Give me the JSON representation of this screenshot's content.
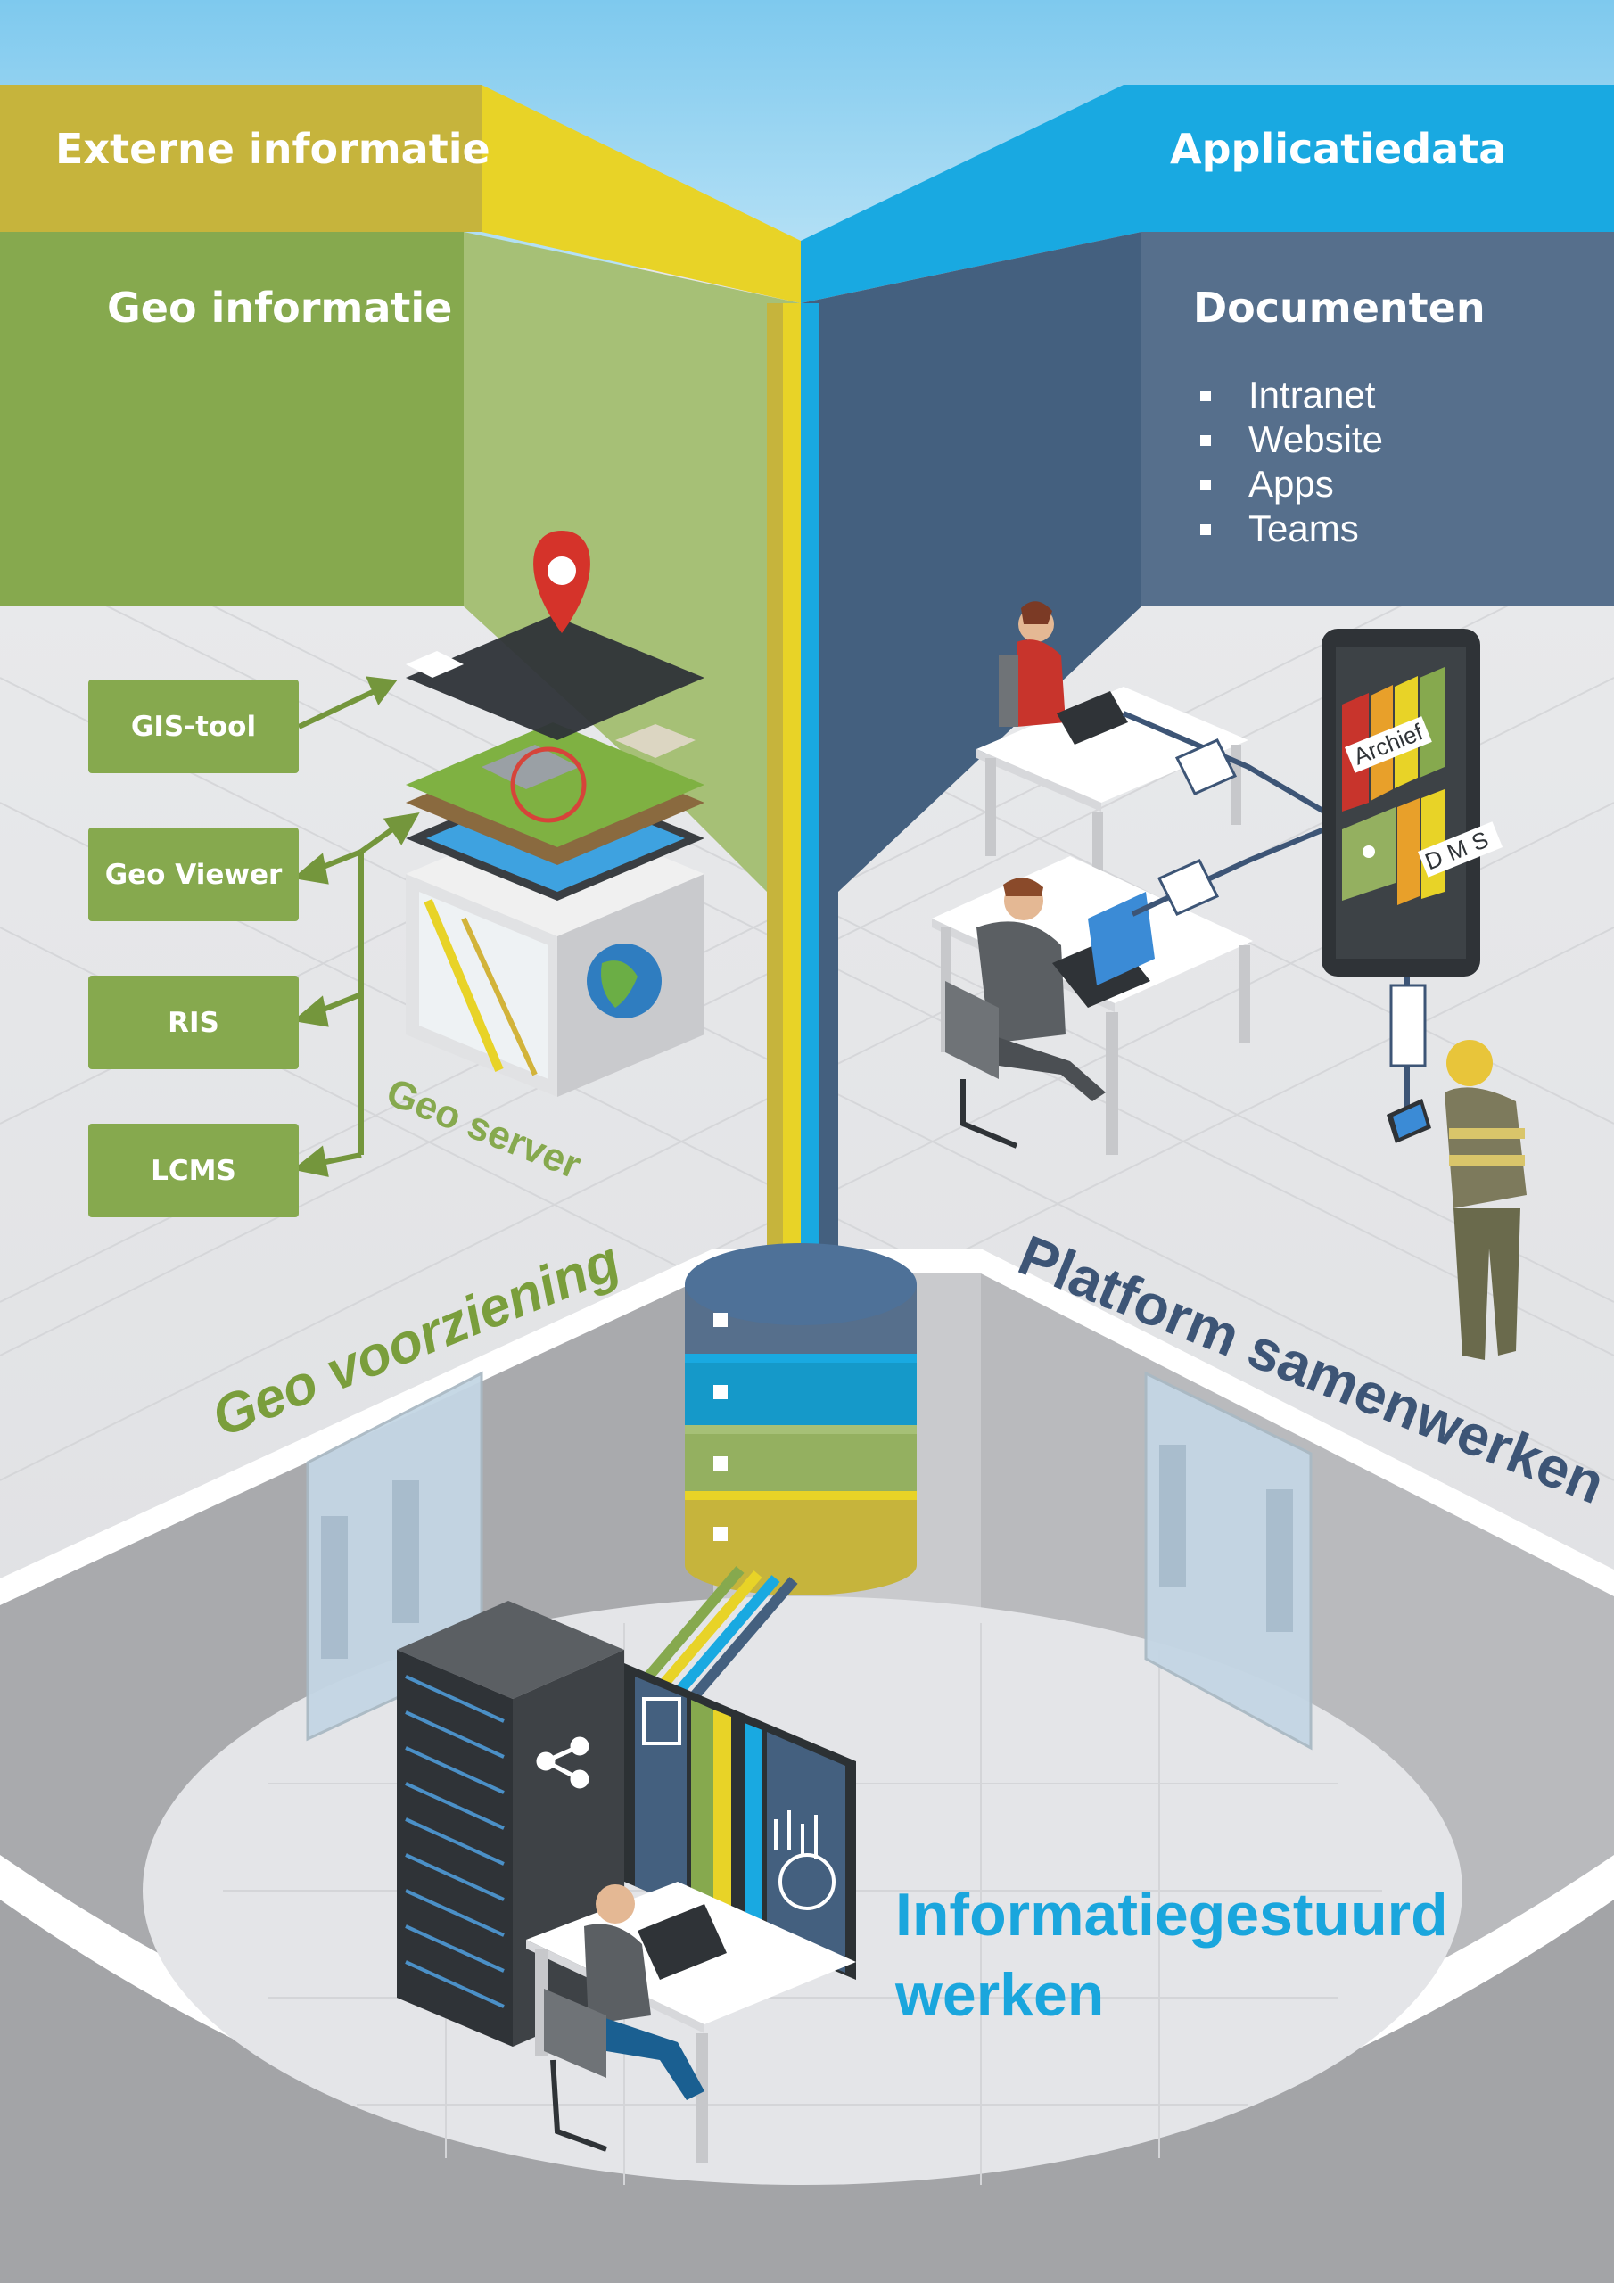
{
  "headers": {
    "externe_informatie": "Externe informatie",
    "applicatiedata": "Applicatiedata",
    "geo_informatie": "Geo informatie",
    "documenten": "Documenten"
  },
  "documenten_items": [
    "Intranet",
    "Website",
    "Apps",
    "Teams"
  ],
  "geo_tools": [
    "GIS-tool",
    "Geo Viewer",
    "RIS",
    "LCMS"
  ],
  "labels": {
    "geo_server": "Geo server",
    "geo_voorziening": "Geo voorziening",
    "platform_samenwerken": "Platform samenwerken",
    "informatiegestuurd_line1": "Informatiegestuurd",
    "informatiegestuurd_line2": "werken",
    "archief": "Archief",
    "dms": "DMS"
  },
  "colors": {
    "sky": "#8fd0ef",
    "yellow": "#e8d327",
    "olive": "#c6b43c",
    "green": "#86a94e",
    "light_green": "#a6c076",
    "blue": "#19a9e1",
    "navy": "#44607f",
    "slate": "#566f8c",
    "floor": "#e3e4e7",
    "text_blue": "#1aa6dd",
    "text_green": "#7a9e3c",
    "text_navy": "#3d5576"
  }
}
